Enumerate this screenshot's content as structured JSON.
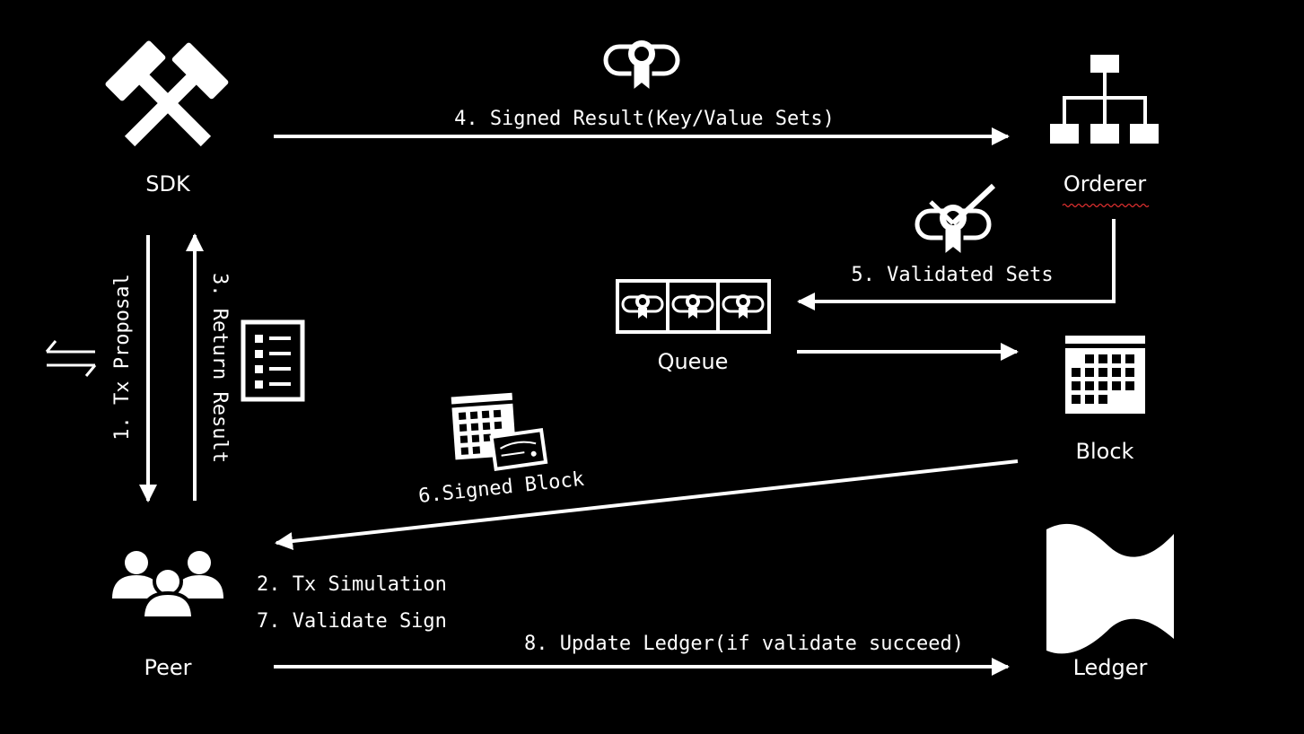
{
  "colors": {
    "background": "#000000",
    "foreground": "#ffffff",
    "spellcheck_underline": "#e03030"
  },
  "nodes": {
    "sdk": {
      "label": "SDK",
      "icon": "hammer-crossed-icon"
    },
    "orderer": {
      "label": "Orderer",
      "icon": "org-chart-icon"
    },
    "queue": {
      "label": "Queue",
      "icon": "certificate-queue-icon"
    },
    "block": {
      "label": "Block",
      "icon": "calendar-grid-icon"
    },
    "peer": {
      "label": "Peer",
      "icon": "people-group-icon"
    },
    "ledger": {
      "label": "Ledger",
      "icon": "waving-flag-icon"
    }
  },
  "steps": {
    "tx_proposal": "1. Tx Proposal",
    "tx_simulation": "2. Tx Simulation",
    "return_result": "3. Return Result",
    "signed_result": "4. Signed Result(Key/Value Sets)",
    "validated_sets": "5. Validated Sets",
    "signed_block": "6.Signed Block",
    "validate_sign": "7. Validate Sign",
    "update_ledger": "8. Update Ledger(if validate succeed)"
  },
  "decor_icons": [
    "exchange-arrows-icon",
    "checklist-icon",
    "certificate-icon",
    "certificate-check-icon",
    "signed-block-icon"
  ]
}
